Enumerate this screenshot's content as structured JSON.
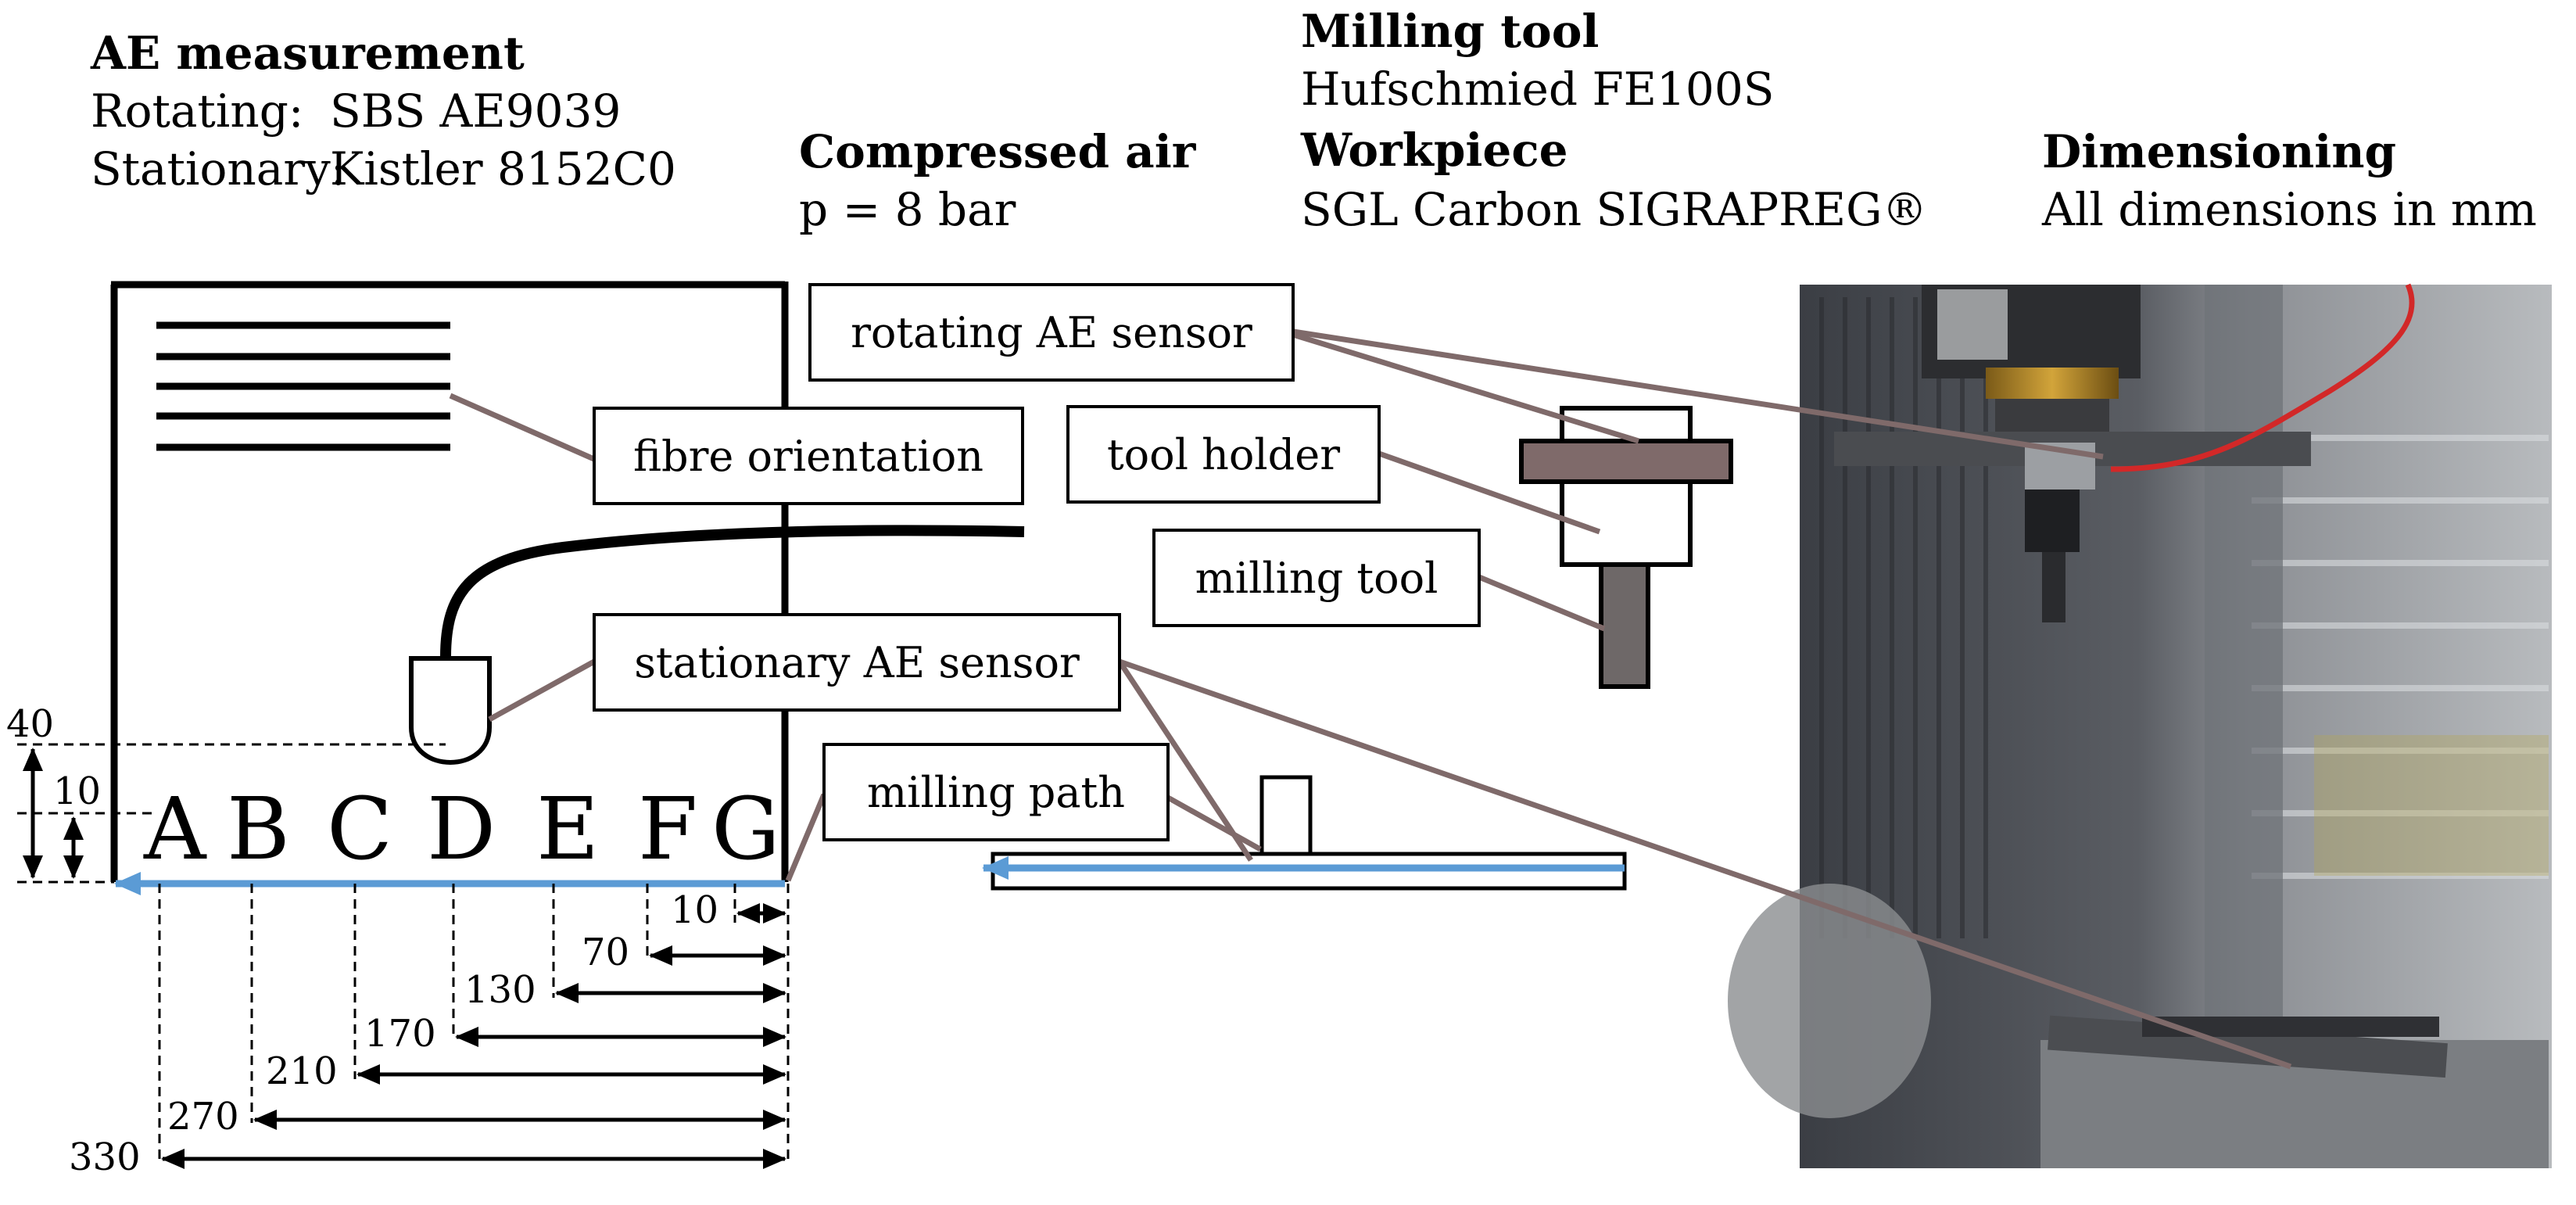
{
  "header": {
    "ae": {
      "title": "AE measurement",
      "rotating_label": "Rotating:",
      "rotating_value": "SBS AE9039",
      "stationary_label": "Stationary:",
      "stationary_value": "Kistler 8152C0"
    },
    "air": {
      "title": "Compressed air",
      "value": "p = 8 bar"
    },
    "tool": {
      "title": "Milling tool",
      "value": "Hufschmied FE100S",
      "workpiece_title": "Workpiece",
      "workpiece_value": "SGL Carbon SIGRAPREG®"
    },
    "dims": {
      "title": "Dimensioning",
      "value": "All dimensions in mm"
    }
  },
  "callouts": {
    "rotating_sensor": "rotating AE sensor",
    "fibre_orientation": "fibre orientation",
    "tool_holder": "tool holder",
    "milling_tool": "milling tool",
    "stationary_sensor": "stationary AE sensor",
    "milling_path": "milling path"
  },
  "positions": [
    "A",
    "B",
    "C",
    "D",
    "E",
    "F",
    "G"
  ],
  "vertical_dims": {
    "d40": "40",
    "d10": "10"
  },
  "horizontal_dims": [
    "10",
    "70",
    "130",
    "170",
    "210",
    "270",
    "330"
  ],
  "colors": {
    "path": "#5b9bd5",
    "leader": "#7f6a6a",
    "part": "#7f6a6a"
  }
}
